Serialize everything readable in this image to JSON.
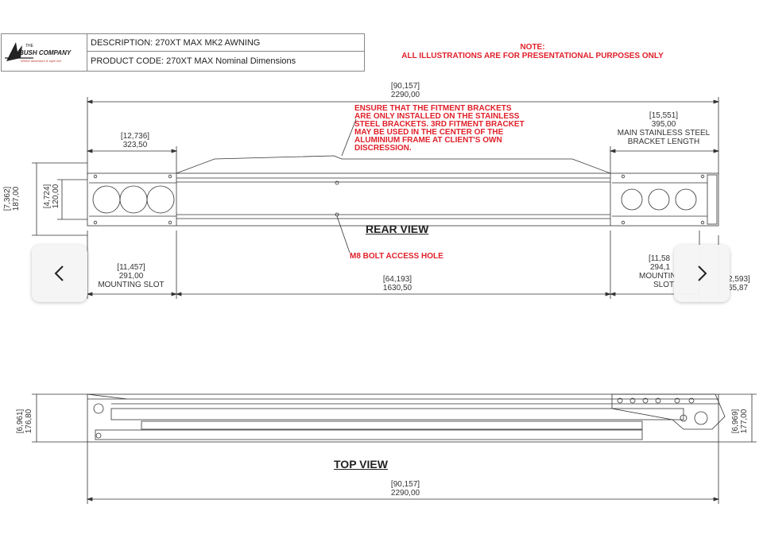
{
  "title_block": {
    "logo_text_top": "THE",
    "logo_text_main": "BUSH COMPANY",
    "logo_tagline": "Where adventure & style live",
    "description": "DESCRIPTION: 270XT MAX MK2 AWNING",
    "product_code": "PRODUCT CODE: 270XT MAX Nominal Dimensions"
  },
  "note": {
    "line1": "NOTE:",
    "line2": "ALL ILLUSTRATIONS ARE FOR PRESENTATIONAL PURPOSES ONLY"
  },
  "rear_view": {
    "label": "REAR VIEW",
    "fitment_note": [
      "ENSURE THAT THE FITMENT BRACKETS",
      "ARE ONLY INSTALLED ON THE STAINLESS",
      "STEEL BRACKETS. 3RD FITMENT BRACKET",
      "MAY BE USED IN THE CENTER OF THE",
      "ALUMINIUM FRAME AT CLIENT'S OWN",
      "DISCRESSION."
    ],
    "bolt_note": "M8 BOLT ACCESS HOLE",
    "overall": {
      "inch": "[90,157]",
      "mm": "2290,00"
    },
    "left_bracket": {
      "inch": "[12,736]",
      "mm": "323,50"
    },
    "right_bracket": {
      "inch": "[15,551]",
      "mm": "395,00",
      "caption1": "MAIN STAINLESS STEEL",
      "caption2": "BRACKET LENGTH"
    },
    "height_outer": {
      "inch": "[7,362]",
      "mm": "187,00"
    },
    "height_inner": {
      "inch": "[4,724]",
      "mm": "120,00"
    },
    "left_slot": {
      "inch": "[11,457]",
      "mm": "291,00",
      "caption": "MOUNTING SLOT"
    },
    "center_span": {
      "inch": "[64,193]",
      "mm": "1630,50"
    },
    "right_slot": {
      "inch": "[11,58",
      "mm": "294,1",
      "caption1": "MOUNTIN",
      "caption2": "SLOT"
    },
    "right_end": {
      "inch": "2,593]",
      "mm": "65,87"
    }
  },
  "top_view": {
    "label": "TOP VIEW",
    "overall": {
      "inch": "[90,157]",
      "mm": "2290,00"
    },
    "height_left": {
      "inch": "[6,961]",
      "mm": "176,80"
    },
    "height_right": {
      "inch": "[6,969]",
      "mm": "177,00"
    }
  },
  "navigation": {
    "prev_icon": "chevron-left-icon",
    "next_icon": "chevron-right-icon"
  },
  "colors": {
    "annotation_red": "#e0202a",
    "line": "#333333",
    "nav_bg": "#f5f5f5"
  }
}
